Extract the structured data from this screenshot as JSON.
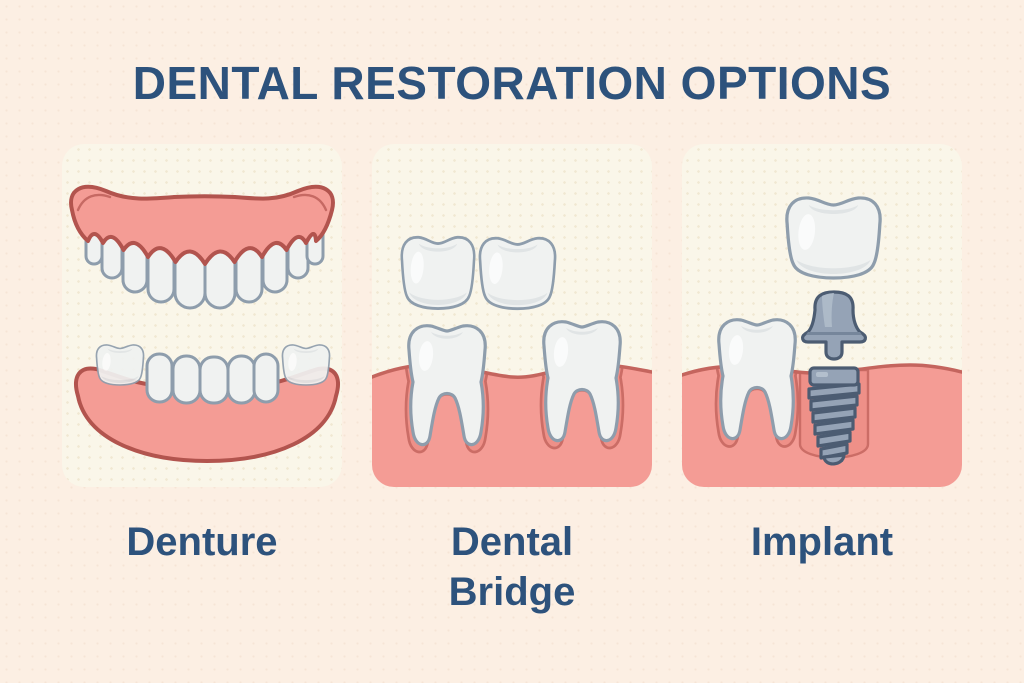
{
  "title": "DENTAL RESTORATION OPTIONS",
  "panels": [
    {
      "id": "denture",
      "label": "Denture",
      "illustration": "denture-icon"
    },
    {
      "id": "dental-bridge",
      "label": "Dental\nBridge",
      "illustration": "dental-bridge-icon"
    },
    {
      "id": "implant",
      "label": "Implant",
      "illustration": "implant-icon"
    }
  ],
  "colors": {
    "background": "#FCEFE3",
    "card": "#FAF6E9",
    "title_text": "#2D527C",
    "label_text": "#2D527C",
    "gum_pink": "#F49C95",
    "gum_shadow": "#EE8E86",
    "gum_outline": "#C4655E",
    "denture_outline": "#B2544E",
    "tooth_fill": "#F0F2F1",
    "tooth_shade": "#E0E4E5",
    "tooth_outline": "#8E9DAC",
    "metal": "#95A3B6",
    "metal_light": "#B3BfCD",
    "metal_dark": "#76869B",
    "metal_outline": "#4C5C72"
  }
}
